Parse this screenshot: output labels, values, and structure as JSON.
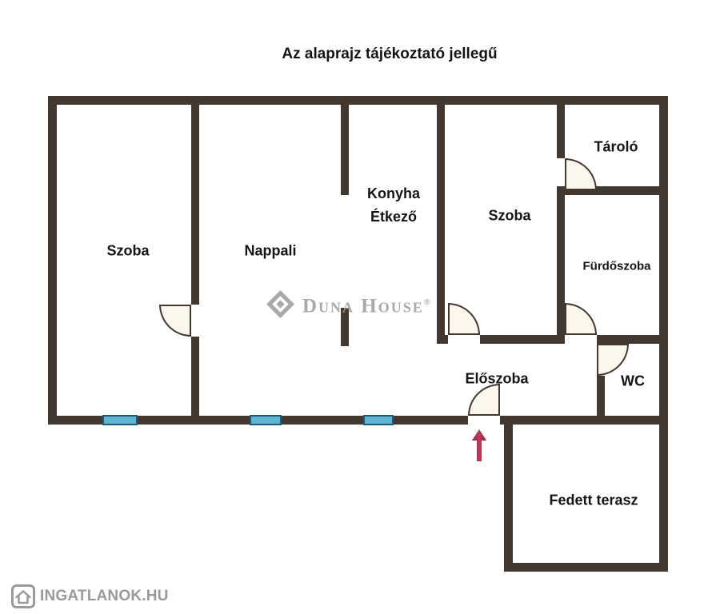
{
  "title": "Az alaprajz tájékoztató jellegű",
  "rooms": {
    "szoba_left": "Szoba",
    "nappali": "Nappali",
    "konyha_line1": "Konyha",
    "konyha_line2": "Étkező",
    "szoba_right": "Szoba",
    "tarolo": "Tároló",
    "furdoszoba": "Fürdőszoba",
    "wc": "WC",
    "eloszoba": "Előszoba",
    "fedett_terasz": "Fedett terasz"
  },
  "watermark": {
    "brand": "Duna House",
    "registered": "®"
  },
  "footer": {
    "logo_text": "INGATLANOK.HU"
  },
  "colors": {
    "wall": "#42382f",
    "door_fill": "#fcf7ed",
    "window_fill": "#5fb3d3",
    "window_border": "#1d5a74",
    "arrow": "#a32341",
    "watermark": "#a9a9a9",
    "logo": "#9a9a9a"
  }
}
